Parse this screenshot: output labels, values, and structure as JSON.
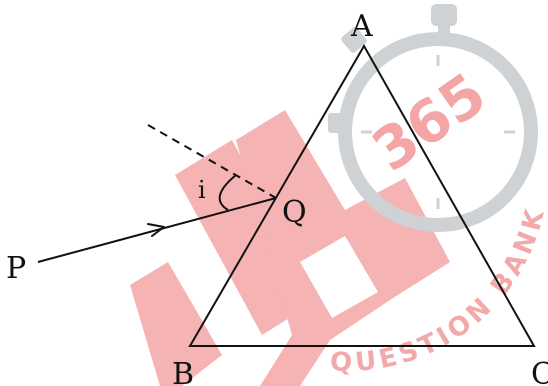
{
  "diagram": {
    "labels": {
      "vertex_a": "A",
      "vertex_b": "B",
      "vertex_c": "C",
      "incidence_point": "Q",
      "ray_start": "P",
      "angle": "i"
    }
  },
  "watermark": {
    "badge_number": "365",
    "arc_text": "QUESTION BANK 365",
    "colors": {
      "red": "#f6b3b3",
      "badge_red": "#f4a5a5",
      "grey": "#cfd2d4",
      "arc_red": "#f2a9a9"
    }
  },
  "colors": {
    "ink": "#111111"
  }
}
